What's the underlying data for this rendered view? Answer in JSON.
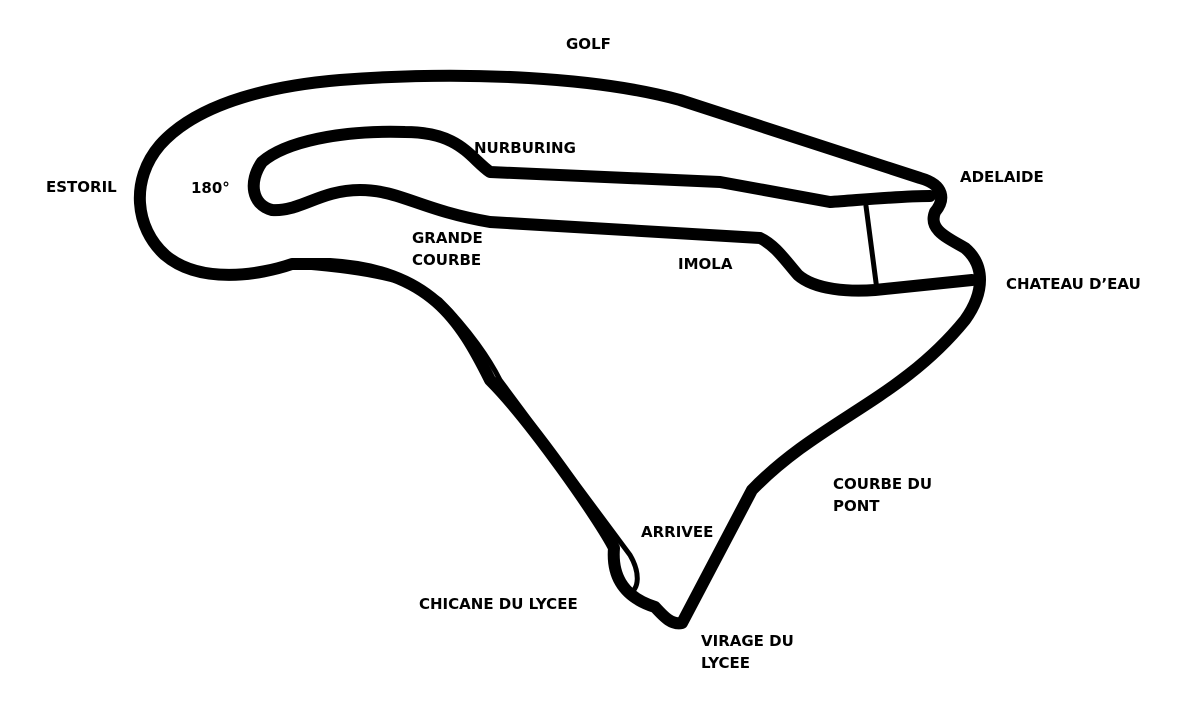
{
  "map": {
    "track_color": "#000000",
    "background_color": "#ffffff",
    "labels": {
      "golf": "GOLF",
      "nurburing": "NURBURING",
      "adelaide": "ADELAIDE",
      "estoril": "ESTORIL",
      "one_eighty": "180°",
      "grande_courbe_1": "GRANDE",
      "grande_courbe_2": "COURBE",
      "imola": "IMOLA",
      "chateau_deau": "CHATEAU D’EAU",
      "courbe_du_pont_1": "COURBE DU",
      "courbe_du_pont_2": "PONT",
      "arrivee": "ARRIVEE",
      "chicane_du_lycee": "CHICANE DU LYCEE",
      "virage_du_lycee_1": "VIRAGE DU",
      "virage_du_lycee_2": "LYCEE"
    }
  }
}
